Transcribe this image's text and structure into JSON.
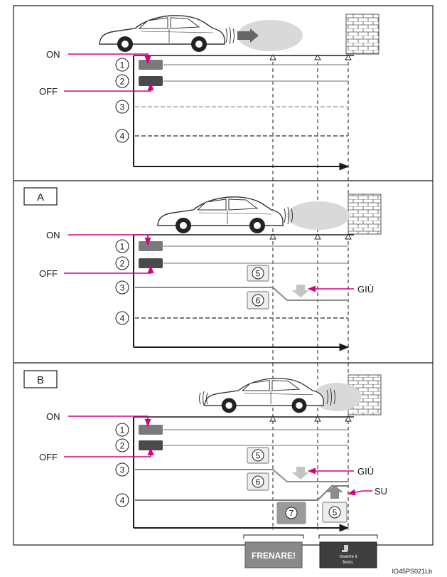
{
  "labels": {
    "on": "ON",
    "off": "OFF",
    "down": "GIÙ",
    "up": "SU",
    "panel_a": "A",
    "panel_b": "B",
    "figure_code": "IO45PS021Lb"
  },
  "numbers": {
    "n1": "1",
    "n2": "2",
    "n3": "3",
    "n4": "4",
    "n5": "5",
    "n6": "6",
    "n7": "7"
  },
  "screens": {
    "brake_warning": "FRENARE!",
    "press_brake_line1": "Inserire il",
    "press_brake_line2": "freno."
  },
  "colors": {
    "magenta": "#d6007a",
    "dark": "#1a1a1a",
    "gray": "#8c8c8c",
    "light_gray": "#bdbdbd",
    "bar_gray": "#7a7a7a",
    "bar_dark": "#4a4a4a",
    "smoke": "#d9d9d9",
    "screen_gray": "#8a8a8a",
    "screen_dark": "#3e3e3e"
  }
}
